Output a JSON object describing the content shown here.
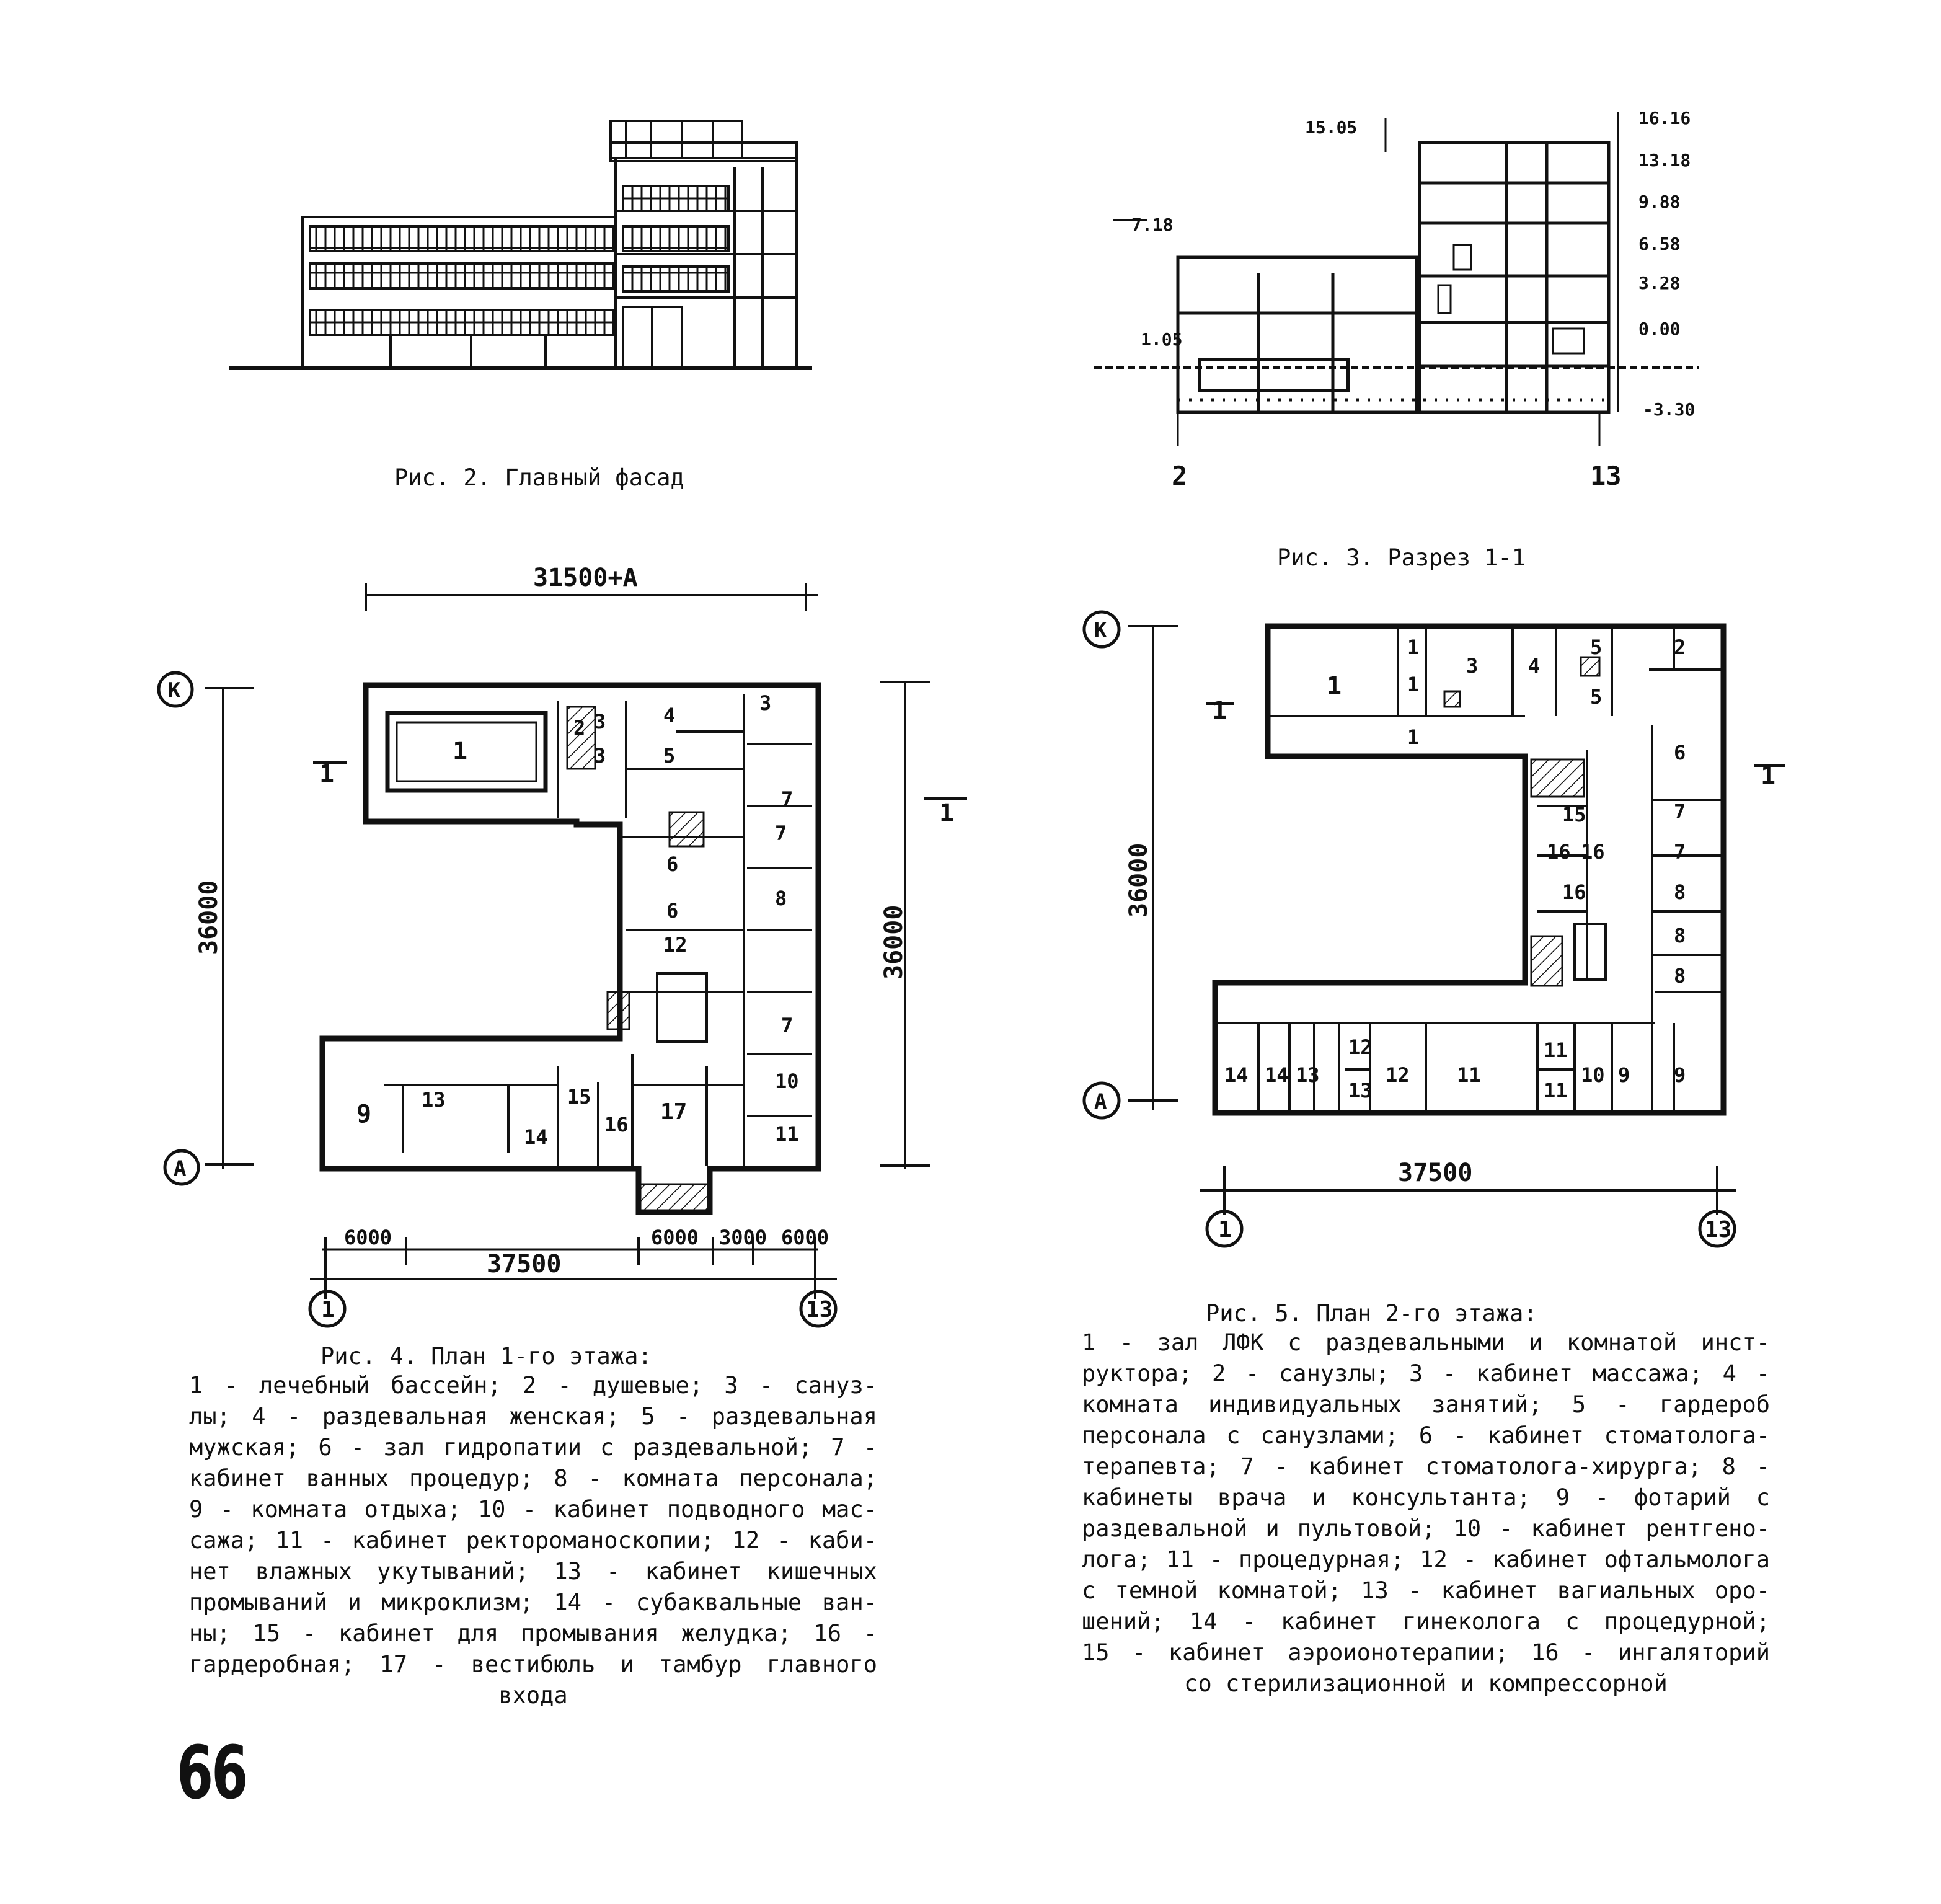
{
  "page_number": "66",
  "fig2": {
    "caption": "Рис. 2. Главный фасад"
  },
  "fig3": {
    "caption": "Рис. 3. Разрез 1-1",
    "levels": [
      "15.05",
      "7.18",
      "1.05",
      "16.16",
      "13.18",
      "9.88",
      "6.58",
      "3.28",
      "0.00",
      "-3.30"
    ],
    "axes": [
      "2",
      "13"
    ]
  },
  "fig4": {
    "caption": "Рис. 4. План 1-го этажа:",
    "dims": {
      "top": "31500+A",
      "left": "36000",
      "right": "36000",
      "bottom": "37500",
      "seg1": "6000",
      "seg2": "6000",
      "seg3": "3000",
      "seg4": "6000"
    },
    "axes": {
      "k": "K",
      "a": "A",
      "c1": "1",
      "c13": "13"
    },
    "section": "1",
    "rooms": [
      "1",
      "2",
      "3",
      "3",
      "4",
      "5",
      "6",
      "6",
      "12",
      "3",
      "7",
      "7",
      "8",
      "7",
      "10",
      "11",
      "9",
      "13",
      "15",
      "14",
      "16",
      "17"
    ],
    "legend_lines": [
      "1 - лечебный бассейн; 2 - душевые; 3 - сануз-",
      "лы; 4 - раздевальная женская; 5 - раздевальная",
      "мужская; 6 - зал гидропатии с раздевальной; 7 -",
      "кабинет ванных процедур; 8 - комната персонала;",
      "9 - комната отдыха; 10 - кабинет подводного мас-",
      "сажа; 11 - кабинет ректороманоскопии; 12 - каби-",
      "нет влажных укутываний; 13 - кабинет кишечных",
      "промываний и микроклизм; 14 - субаквальные ван-",
      "ны; 15 - кабинет для промывания желудка; 16 -",
      "гардеробная; 17 - вестибюль и тамбур главного",
      "входа"
    ]
  },
  "fig5": {
    "caption": "Рис. 5. План 2-го этажа:",
    "dims": {
      "left": "36000",
      "bottom": "37500"
    },
    "axes": {
      "k": "K",
      "a": "A",
      "c1": "1",
      "c13": "13"
    },
    "section": "1",
    "rooms": [
      "1",
      "1",
      "1",
      "3",
      "4",
      "5",
      "5",
      "2",
      "1",
      "6",
      "15",
      "16",
      "16",
      "16",
      "7",
      "7",
      "8",
      "8",
      "8",
      "14",
      "14",
      "13",
      "12",
      "13",
      "12",
      "11",
      "11",
      "11",
      "10",
      "9",
      "9"
    ],
    "legend_lines": [
      "1 - зал ЛФК с раздевальными и комнатой инст-",
      "руктора; 2 - санузлы; 3 - кабинет массажа; 4 -",
      "комната индивидуальных занятий; 5 - гардероб",
      "персонала с санузлами; 6 - кабинет стоматолога-",
      "терапевта; 7 - кабинет стоматолога-хирурга; 8 -",
      "кабинеты врача и консультанта; 9 - фотарий с",
      "раздевальной и пультовой; 10 - кабинет рентгено-",
      "лога; 11 - процедурная; 12 - кабинет офтальмолога",
      "с темной комнатой; 13 - кабинет вагиальных оро-",
      "шений; 14 - кабинет гинеколога с процедурной;",
      "15 - кабинет аэроионотерапии; 16 - ингаляторий",
      "со стерилизационной и компрессорной"
    ]
  }
}
